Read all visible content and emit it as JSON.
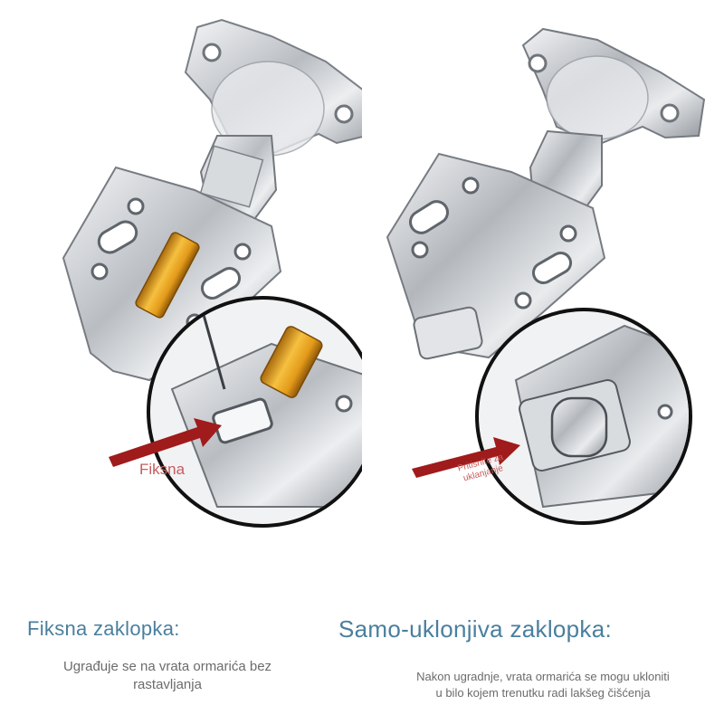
{
  "left": {
    "title": "Fiksna zaklopka:",
    "description": "Ugrađuje se na vrata ormarića bez rastavljanja",
    "callout": "Fiksna"
  },
  "right": {
    "title": "Samo-uklonjiva zaklopka:",
    "description_line1": "Nakon ugradnje, vrata ormarića se mogu ukloniti",
    "description_line2": "u bilo kojem trenutku radi lakšeg čišćenja",
    "callout_line1": "Pritisnite za",
    "callout_line2": "uklanjanje"
  },
  "colors": {
    "caption": "#4a7f9e",
    "description": "#6b6b6b",
    "arrow": "#a01b1b",
    "callout": "#c95b5b",
    "metal": "#c9ccd0",
    "brass": "#e6a41e"
  }
}
